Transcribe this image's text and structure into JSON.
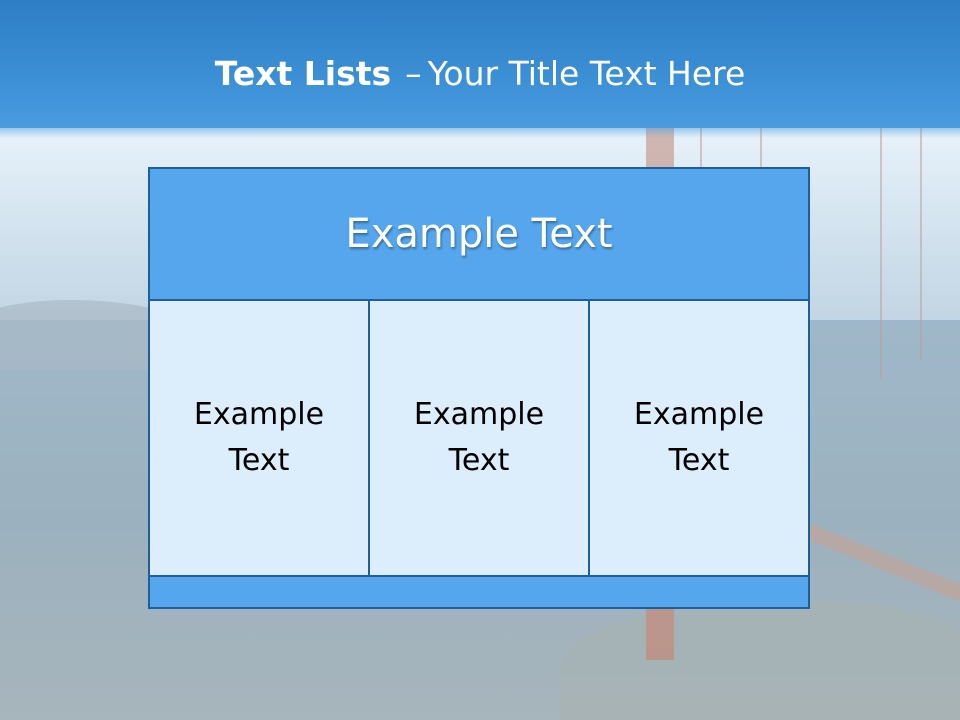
{
  "slide": {
    "title_main": "Text Lists",
    "title_separator": "–",
    "title_sub": "Your Title Text Here"
  },
  "table": {
    "header": "Example Text",
    "cells": [
      {
        "text": "Example Text"
      },
      {
        "text": "Example Text"
      },
      {
        "text": "Example Text"
      }
    ],
    "footer": ""
  },
  "colors": {
    "title_bar": "#3b8fd4",
    "header_fill": "#55a6ec",
    "cell_fill": "#dcedfb",
    "border": "#1f5f99"
  }
}
